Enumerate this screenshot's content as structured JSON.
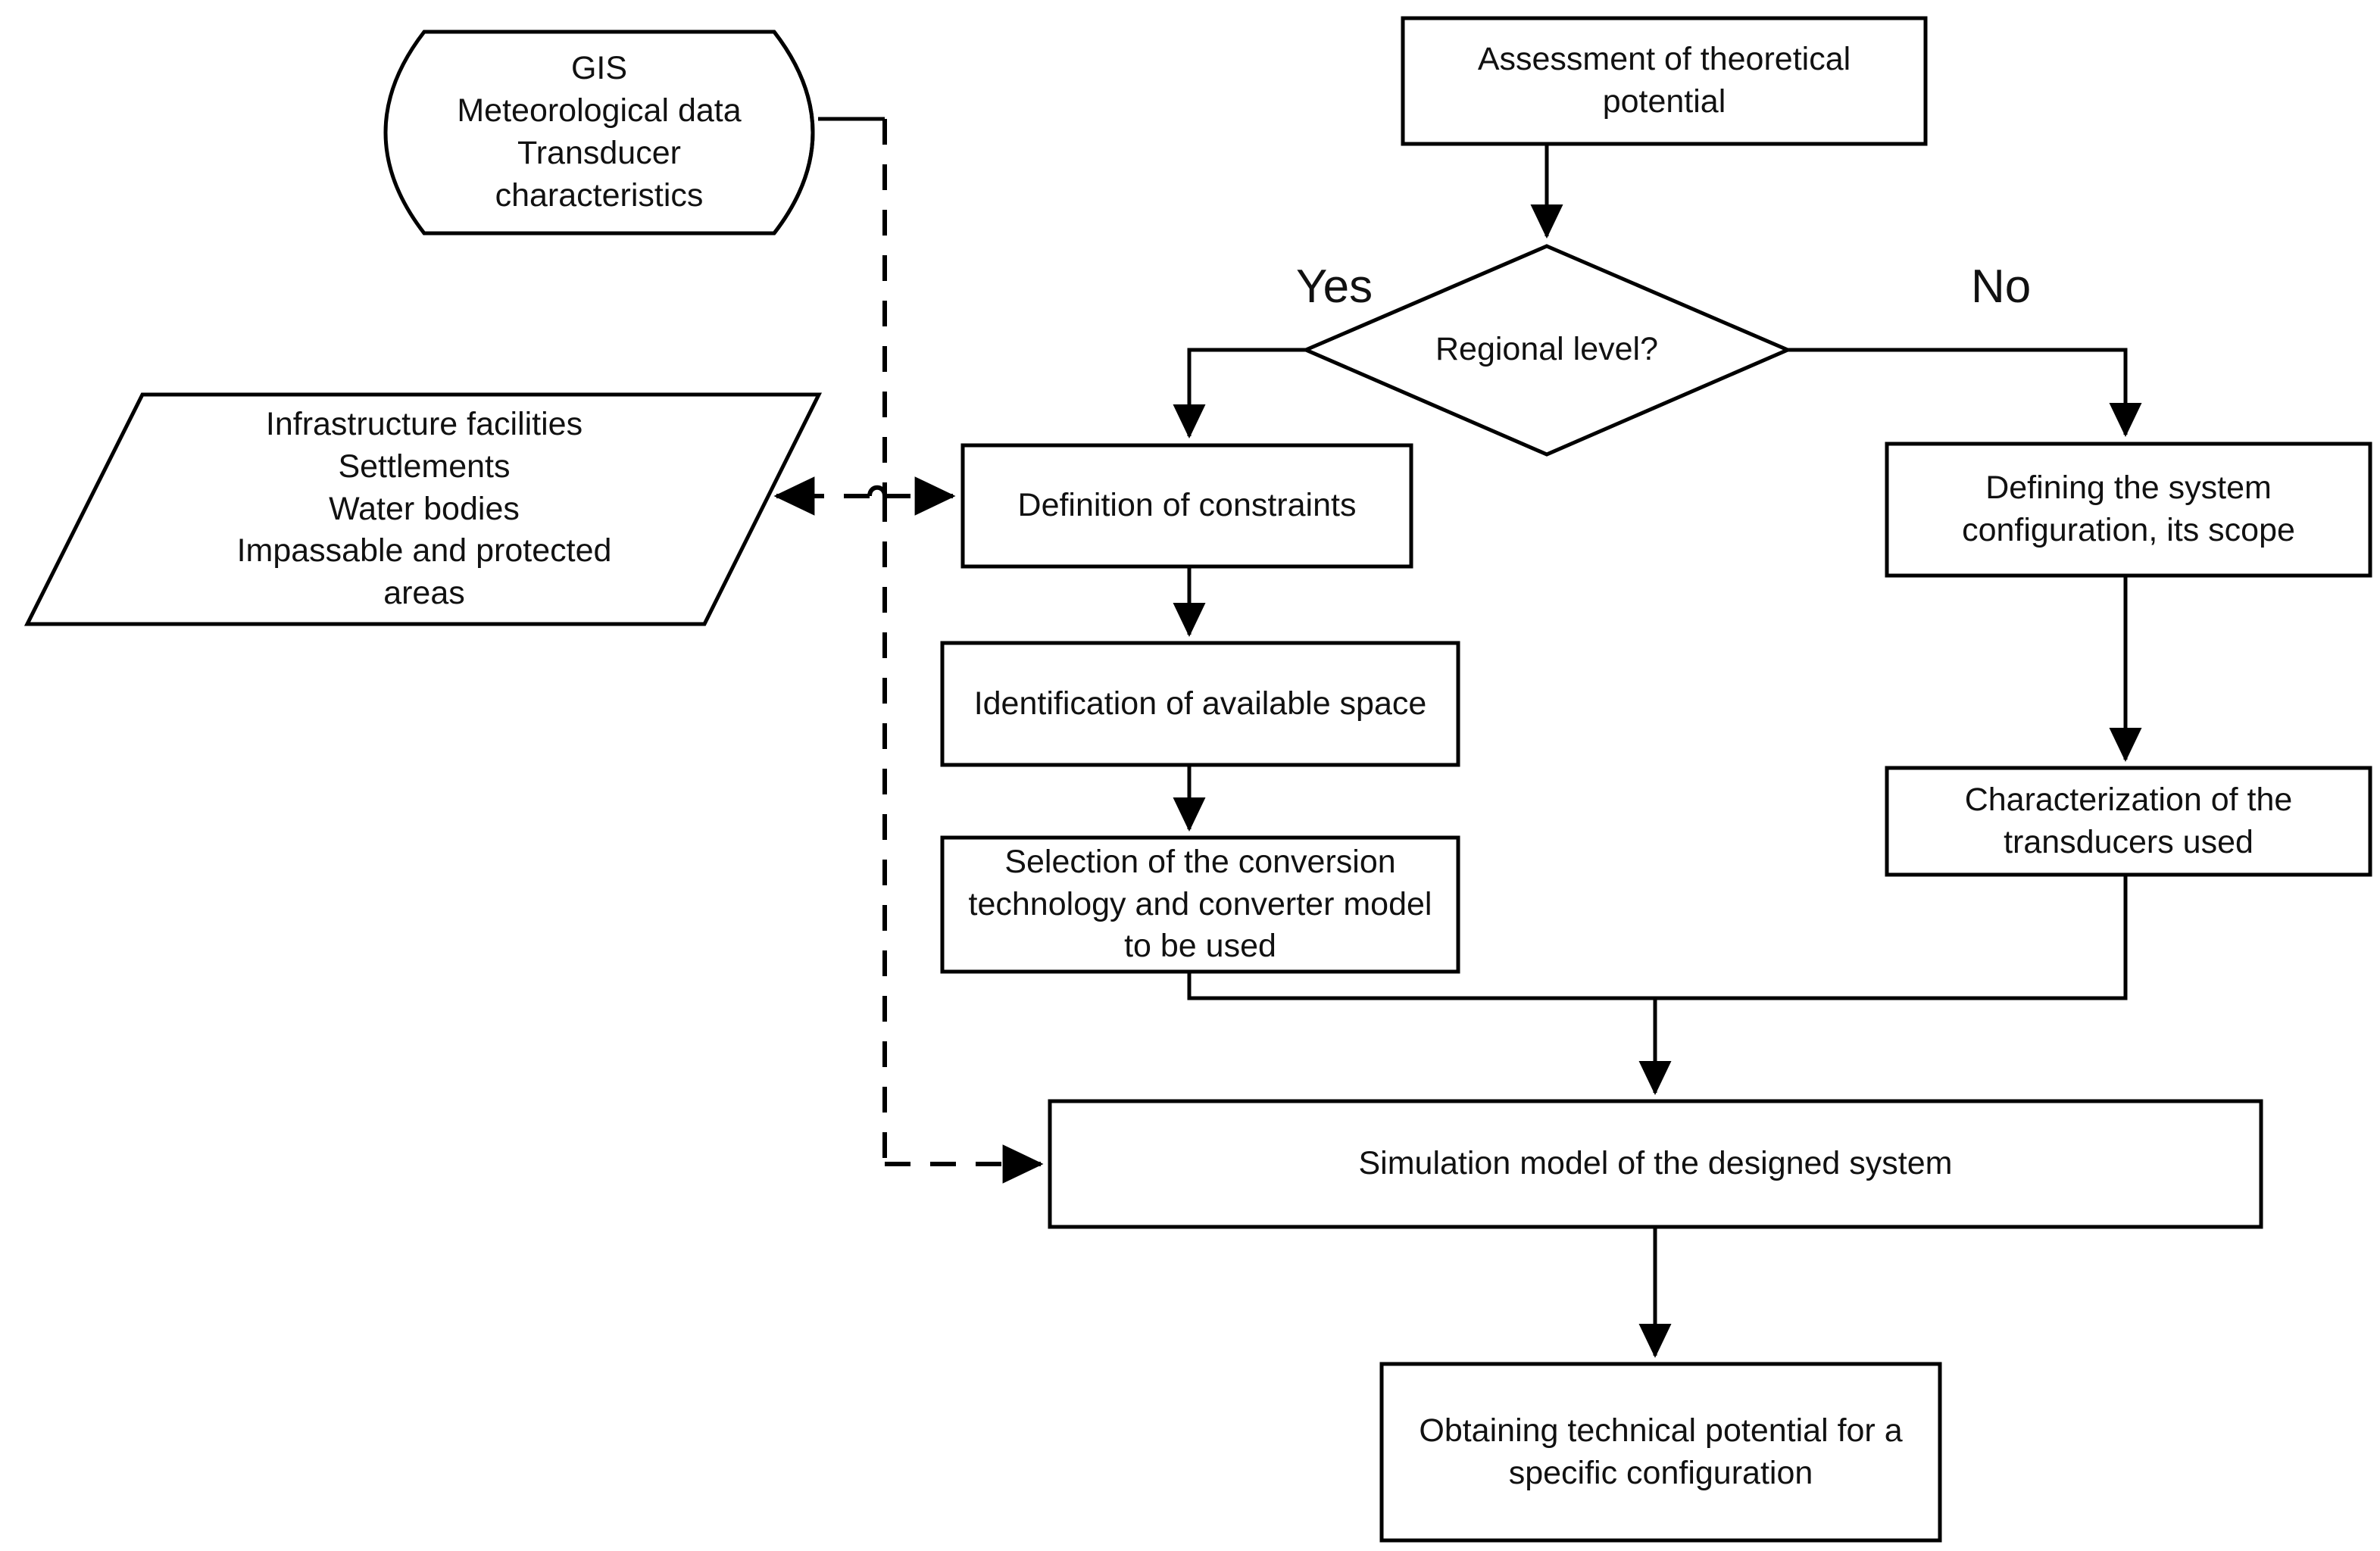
{
  "diagram": {
    "title": "Methodology flowchart for assessing technical potential",
    "background_color": "#ffffff",
    "line_color": "#000000",
    "text_color": "#111111"
  },
  "nodes": {
    "data_store": {
      "shape": "cylinder",
      "lines": [
        "GIS",
        "Meteorological data",
        "Transducer",
        "characteristics"
      ],
      "text": "GIS\nMeteorological data\nTransducer\ncharacteristics"
    },
    "constraints_data": {
      "shape": "parallelogram",
      "lines": [
        "Infrastructure facilities",
        "Settlements",
        "Water bodies",
        "Impassable and protected",
        "areas"
      ],
      "text": "Infrastructure facilities\nSettlements\nWater bodies\nImpassable and protected\nareas"
    },
    "assessment": {
      "shape": "rectangle",
      "text": "Assessment of theoretical potential"
    },
    "decision": {
      "shape": "diamond",
      "text": "Regional level?"
    },
    "definition_constraints": {
      "shape": "rectangle",
      "text": "Definition of constraints"
    },
    "identification_space": {
      "shape": "rectangle",
      "text": "Identification of available space"
    },
    "selection_technology": {
      "shape": "rectangle",
      "text": "Selection of the conversion technology and converter model to be used"
    },
    "defining_system": {
      "shape": "rectangle",
      "text": "Defining the system configuration, its scope"
    },
    "characterization": {
      "shape": "rectangle",
      "text": "Characterization of the transducers used"
    },
    "simulation": {
      "shape": "rectangle",
      "text": "Simulation model of the designed system"
    },
    "obtaining": {
      "shape": "rectangle",
      "text": "Obtaining technical potential for a specific configuration"
    }
  },
  "edge_labels": {
    "yes": "Yes",
    "no": "No"
  }
}
